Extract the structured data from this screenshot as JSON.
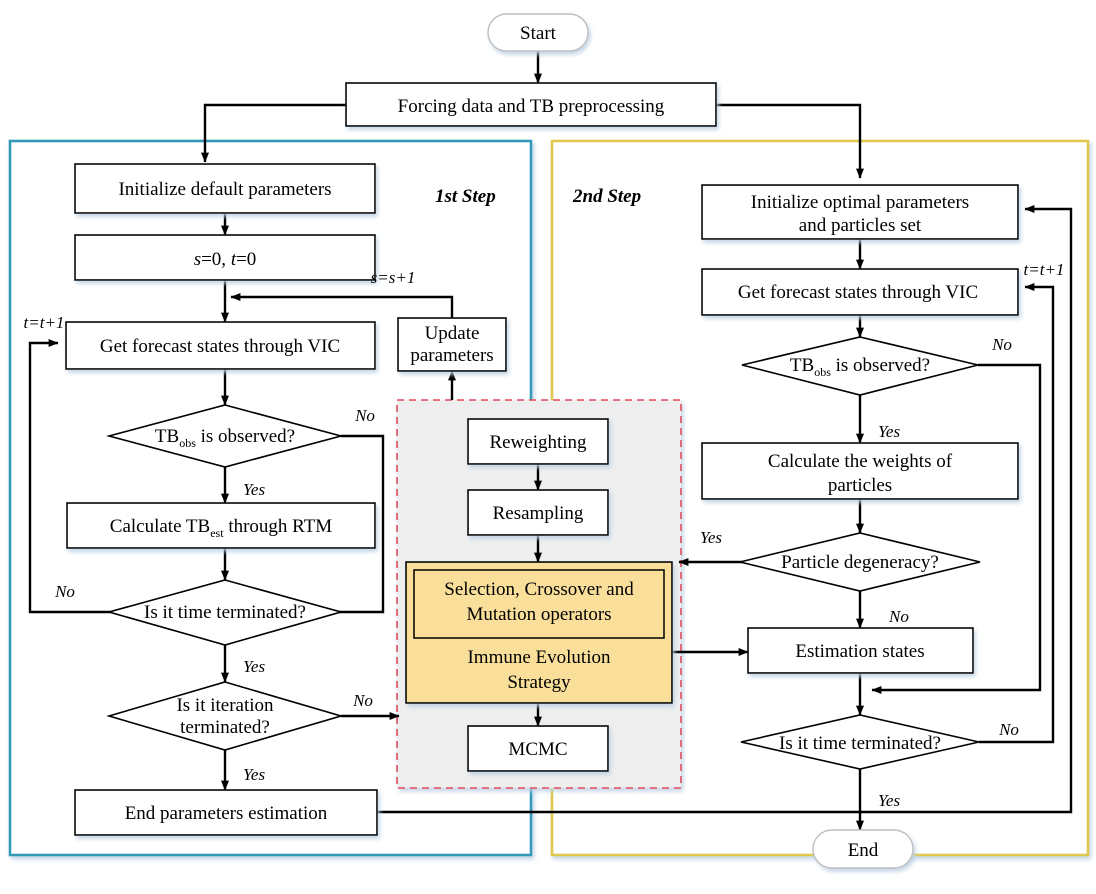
{
  "diagram": {
    "title": "Two-step VIC parameter estimation and data assimilation flowchart",
    "colors": {
      "left_panel_border": "#3399b8",
      "right_panel_border": "#e0c84f",
      "center_panel_border": "#e04a5a",
      "center_panel_fill": "#eeeeee",
      "highlight_fill": "#fadf9b",
      "node_stroke": "#000000",
      "node_fill": "#ffffff"
    },
    "panels": {
      "left": {
        "label": "1st Step"
      },
      "right": {
        "label": "2nd Step"
      },
      "center": {
        "label": ""
      }
    },
    "nodes": {
      "start": "Start",
      "end": "End",
      "preprocess": "Forcing data and TB preprocessing",
      "init_default": "Initialize default parameters",
      "counters": "s=0, t=0",
      "counters_s": "s",
      "counters_eq1": "=0, ",
      "counters_t": "t",
      "counters_eq2": "=0",
      "get_forecast_left": "Get forecast states through VIC",
      "update_params_l1": "Update",
      "update_params_l2": "parameters",
      "tb_obs_left": "TBobs is observed?",
      "tb_obs_main": "TB",
      "tb_obs_sub": "obs",
      "tb_obs_tail": " is observed?",
      "calc_tb_est_main": "Calculate TB",
      "calc_tb_est_sub": "est",
      "calc_tb_est_tail": " through RTM",
      "time_terminated_left": "Is it time terminated?",
      "iteration_terminated_l1": "Is it iteration",
      "iteration_terminated_l2": "terminated?",
      "end_param_est": "End parameters estimation",
      "reweighting": "Reweighting",
      "resampling": "Resampling",
      "operators_l1": "Selection, Crossover and",
      "operators_l2": "Mutation operators",
      "immune_l1": "Immune Evolution",
      "immune_l2": "Strategy",
      "mcmc": "MCMC",
      "init_optimal_l1": "Initialize optimal parameters",
      "init_optimal_l2": "and particles set",
      "get_forecast_right": "Get forecast states through VIC",
      "tb_obs_right": "TBobs is observed?",
      "calc_weights_l1": "Calculate the weights of",
      "calc_weights_l2": "particles",
      "particle_degeneracy": "Particle degeneracy?",
      "estimation_states": "Estimation states",
      "time_terminated_right": "Is it time terminated?"
    },
    "edge_labels": {
      "s_increment": "s=s+1",
      "t_increment_left": "t=t+1",
      "t_increment_right": "t=t+1",
      "no_tb_left": "No",
      "yes_tb_left": "Yes",
      "no_time_left": "No",
      "yes_time_left": "Yes",
      "no_iter_left": "No",
      "yes_iter_left": "Yes",
      "no_tb_right": "No",
      "yes_tb_right": "Yes",
      "yes_degeneracy": "Yes",
      "no_degeneracy": "No",
      "no_time_right": "No",
      "yes_time_right": "Yes"
    }
  }
}
